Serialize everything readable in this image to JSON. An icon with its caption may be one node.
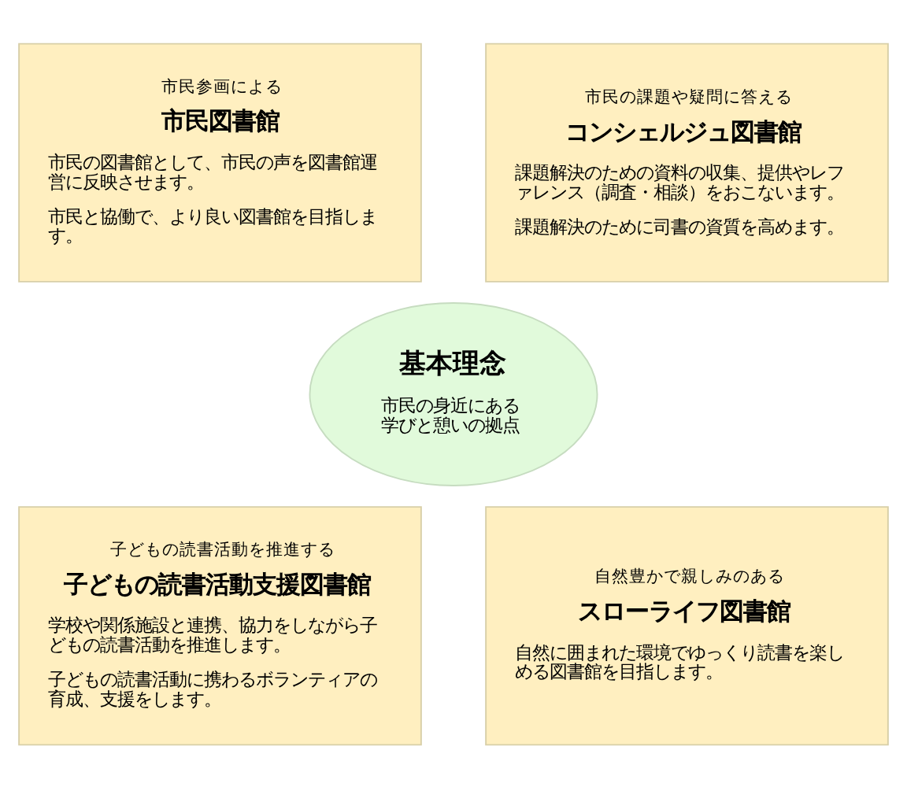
{
  "diagram": {
    "nodes": [
      {
        "text": [
          "市民参画による",
          "市民図書館",
          "市民の図書館として、市民の声を図書館運営に反映させます。",
          "市民と協働で、より良い図書館を目指します。"
        ]
      },
      {
        "text": [
          "市民の課題や疑問に答える",
          "コンシェルジュ図書館",
          "課題解決のための資料の収集、提供やレファレンス（調査・相談）をおこないます。",
          "課題解決のために司書の資質を高めます。"
        ]
      },
      {
        "text": [
          "基本理念",
          "市民の身近にある学びと憩いの拠点"
        ]
      },
      {
        "text": [
          "子どもの読書活動を推進する",
          "子どもの読書活動支援図書館",
          "学校や関係施設と連携、協力をしながら子どもの読書活動を推進します。",
          "子どもの読書活動に携わるボランティアの育成、支援をします。"
        ]
      },
      {
        "text": [
          "自然豊かで親しみのある",
          "スローライフ図書館",
          "自然に囲まれた環境でゆっくり読書を楽しめる図書館を目指します。"
        ]
      }
    ],
    "edges": []
  }
}
